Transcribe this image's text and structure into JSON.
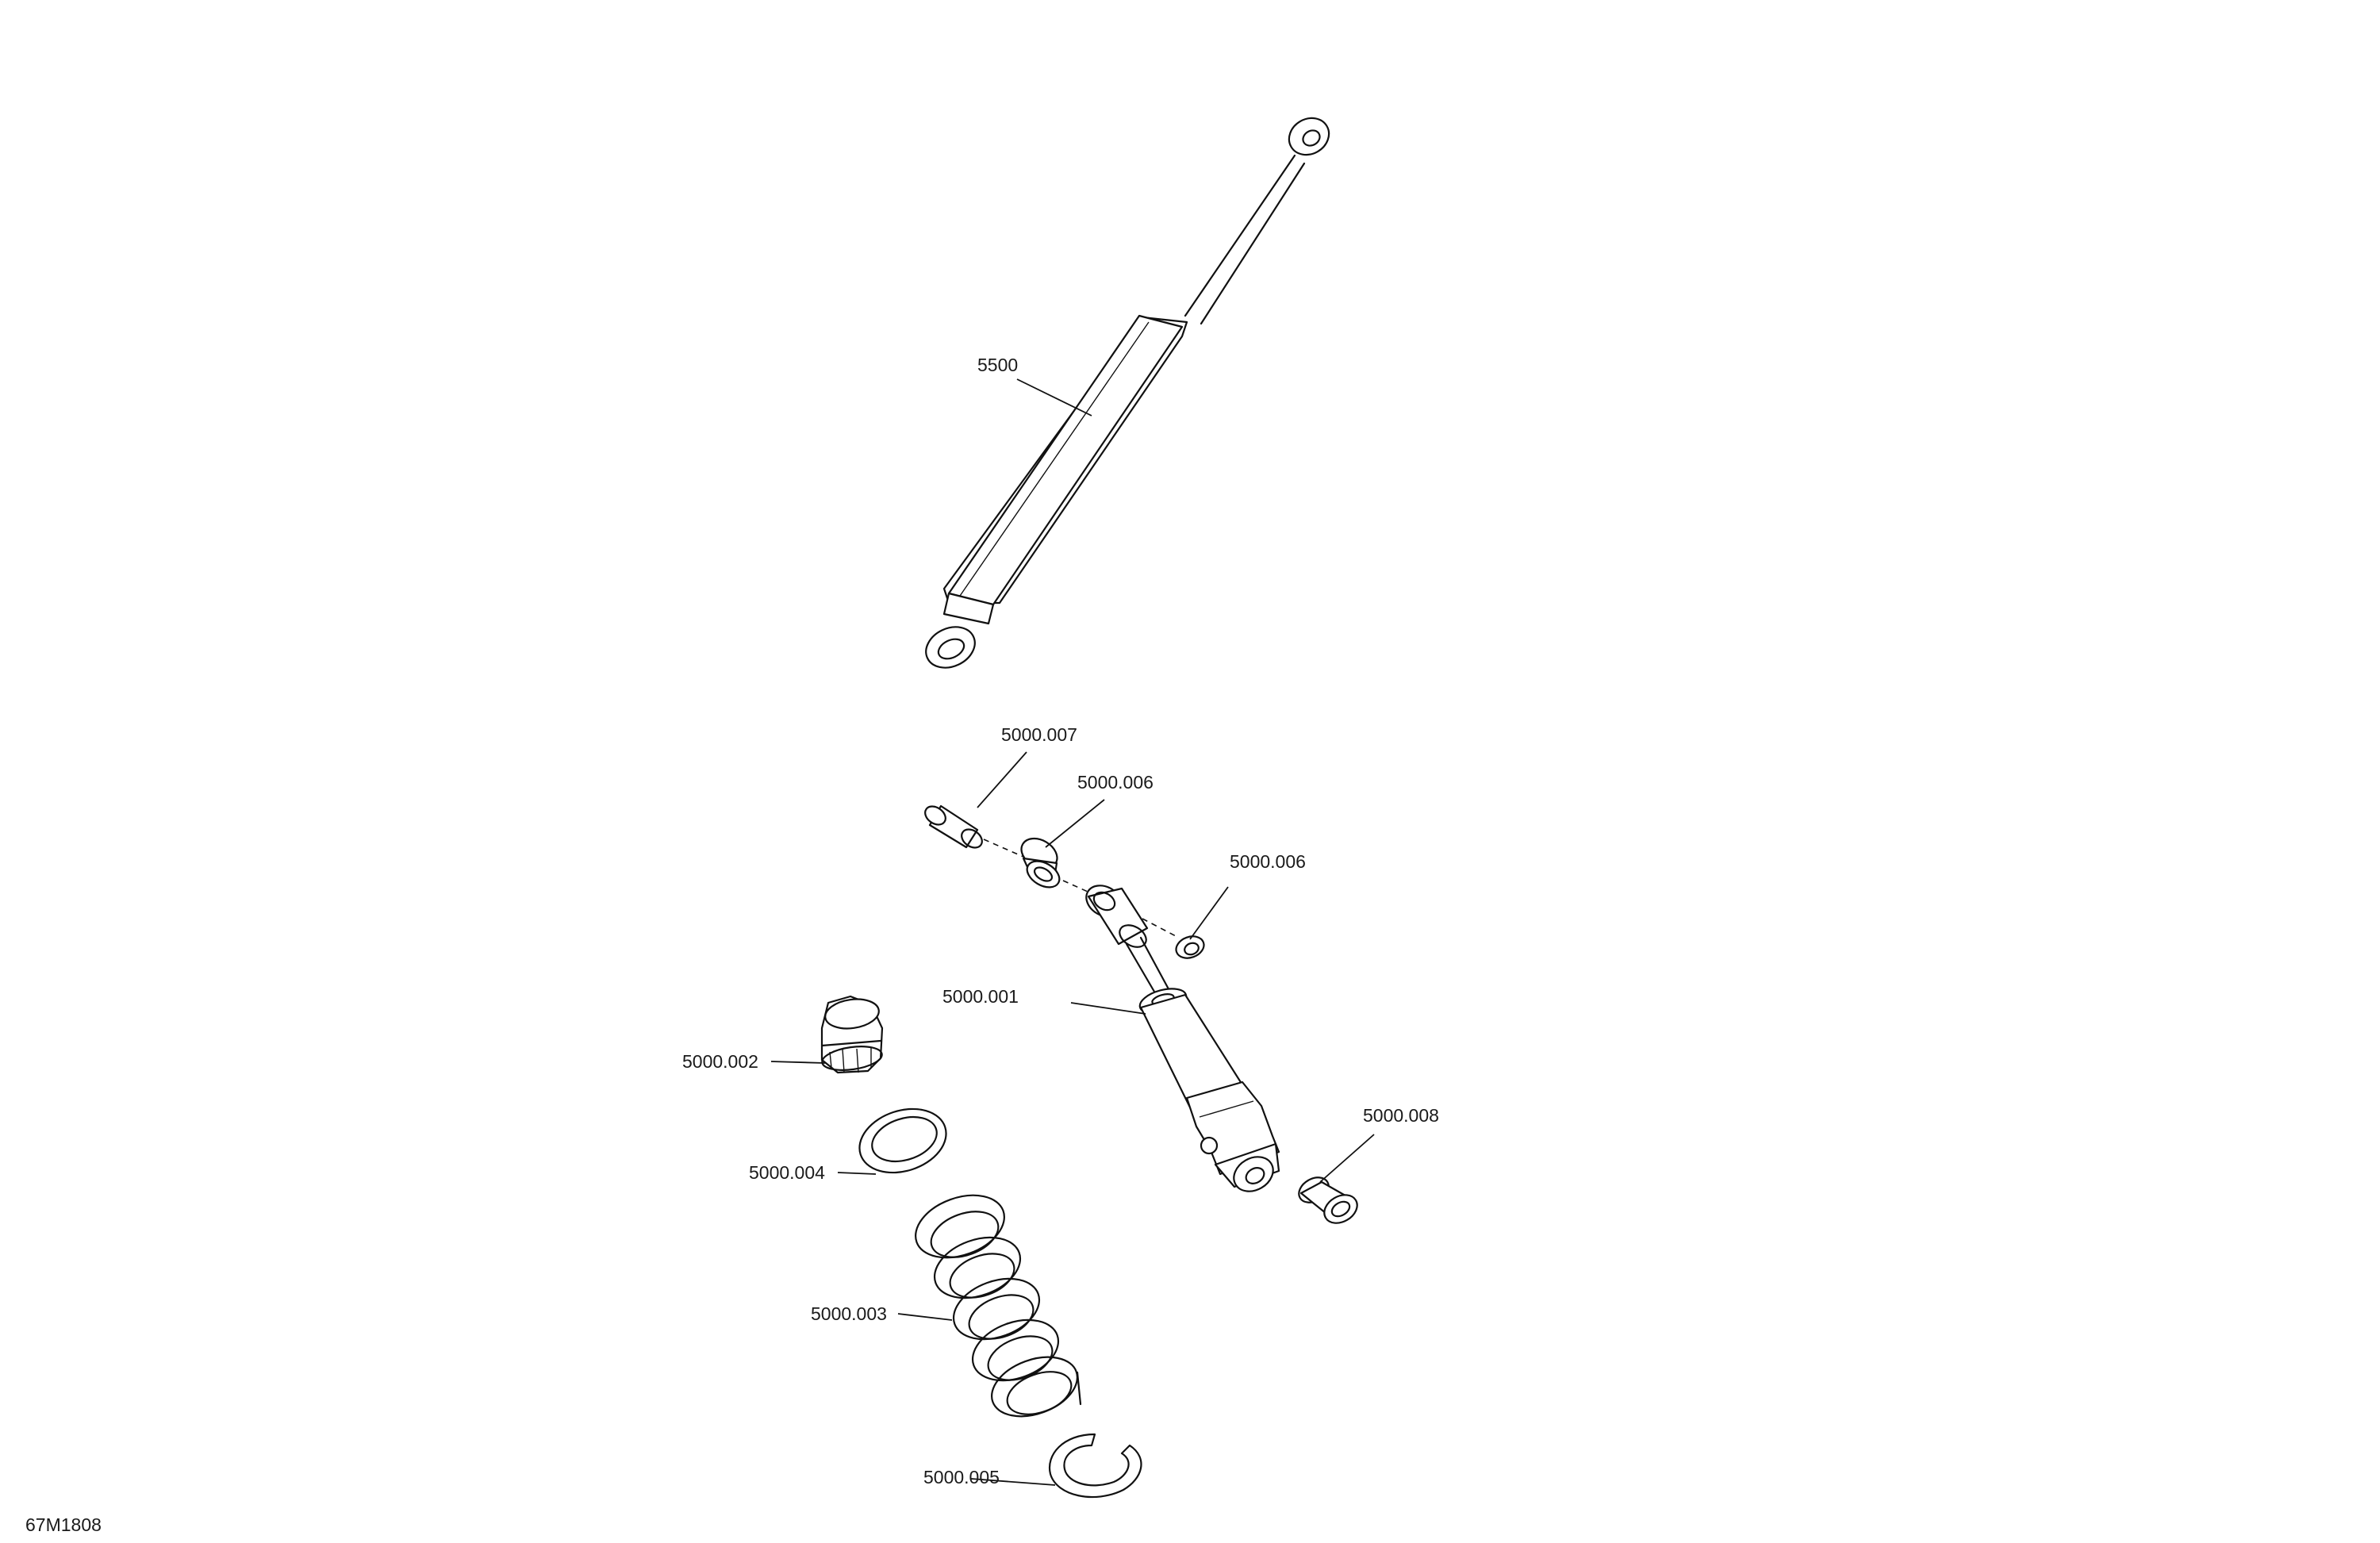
{
  "drawing_code": "67M1808",
  "callouts": {
    "p5500": "5500",
    "p5000_007": "5000.007",
    "p5000_006_a": "5000.006",
    "p5000_006_b": "5000.006",
    "p5000_001": "5000.001",
    "p5000_002": "5000.002",
    "p5000_004": "5000.004",
    "p5000_008": "5000.008",
    "p5000_003": "5000.003",
    "p5000_005": "5000.005"
  }
}
